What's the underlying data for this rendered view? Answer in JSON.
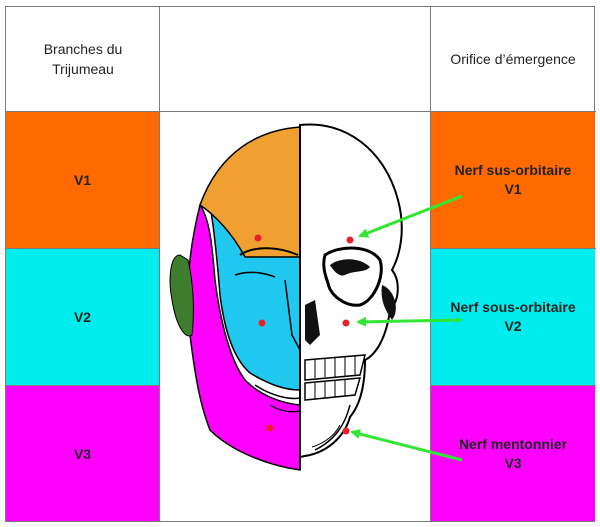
{
  "headers": {
    "branches": "Branches du Trijumeau",
    "orifice": "Orifice d’émergence"
  },
  "rows": [
    {
      "branch": "V1",
      "nerve": "Nerf sus-orbitaire",
      "code": "V1",
      "color": "#ff6a00"
    },
    {
      "branch": "V2",
      "nerve": "Nerf sous-orbitaire",
      "code": "V2",
      "color": "#00eded"
    },
    {
      "branch": "V3",
      "nerve": "Nerf mentonnier",
      "code": "V3",
      "color": "#ff00ff"
    }
  ],
  "illustration": {
    "v1_color": "#f0a030",
    "v2_color": "#20c8f0",
    "v3_color": "#ff00ff",
    "ear_color": "#3f7d2e",
    "dot_color": "#e8202a",
    "arrow_color": "#33e633"
  }
}
